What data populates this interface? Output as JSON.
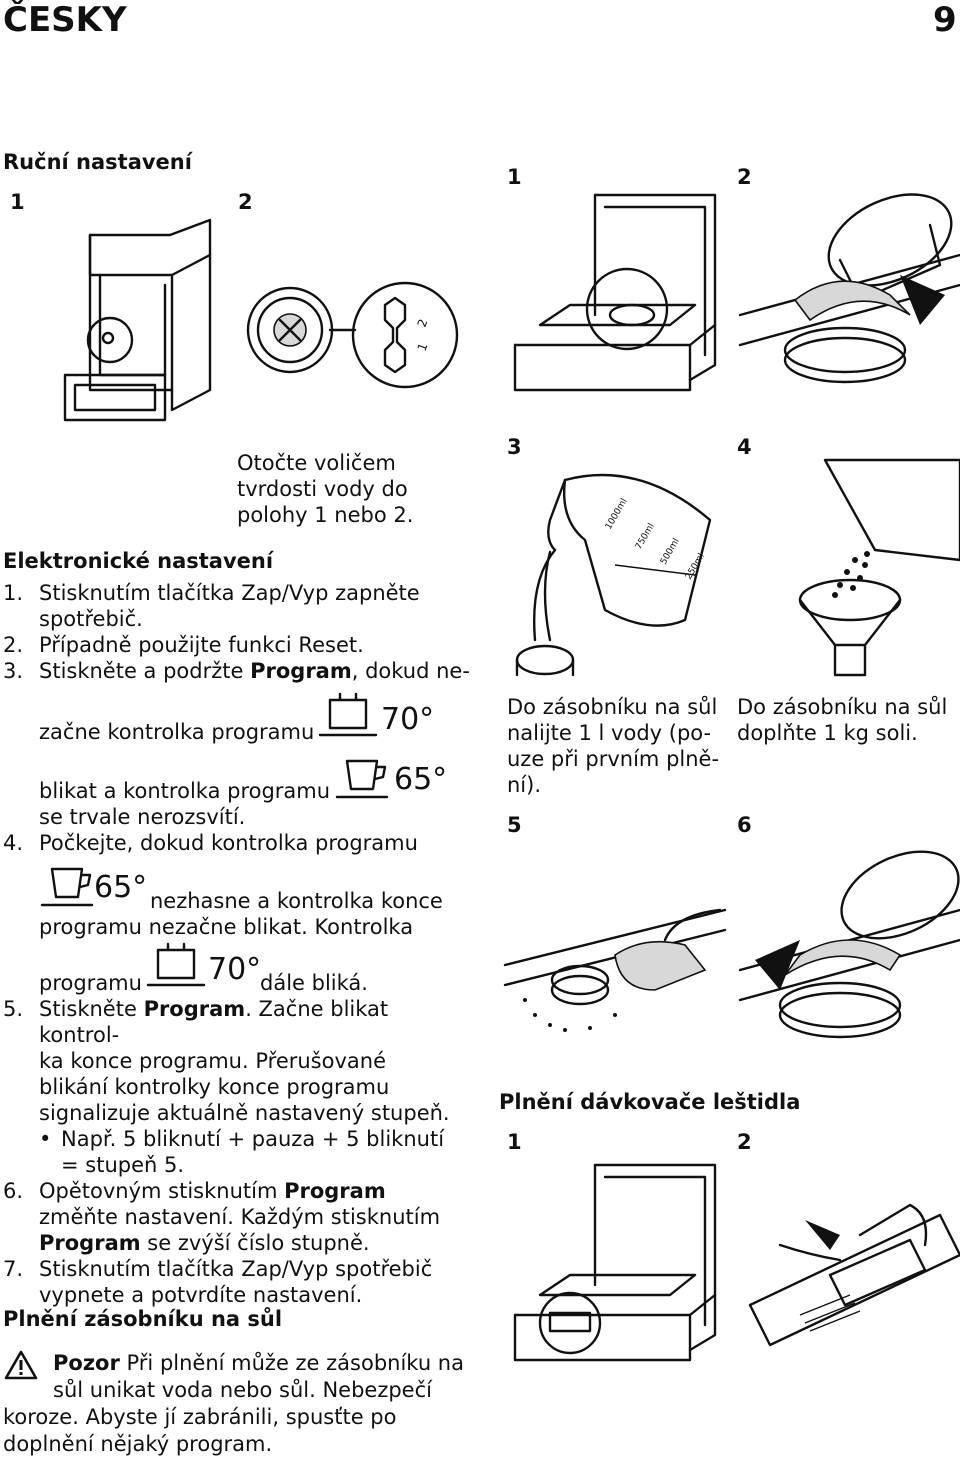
{
  "header": {
    "language": "ČESKY",
    "page_number": "9"
  },
  "manual": {
    "heading": "Ruční nastavení",
    "step1": "1",
    "step2": "2",
    "caption": "Otočte voličem tvrdosti vody do polohy 1 nebo 2."
  },
  "electronic": {
    "heading": "Elektronické nastavení",
    "items": [
      {
        "n": "1.",
        "text": "Stisknutím tlačítka Zap/Vyp zapněte spotřebič."
      },
      {
        "n": "2.",
        "text": "Případně použijte funkci Reset."
      },
      {
        "n": "3.",
        "pre": "Stiskněte a podržte ",
        "bold": "Program",
        "post": ", dokud ne-"
      },
      {
        "text": "začne kontrolka programu"
      },
      {
        "text": "blikat a kontrolka programu"
      },
      {
        "text": "se trvale nerozsvítí."
      },
      {
        "n": "4.",
        "text": "Počkejte, dokud kontrolka programu"
      },
      {
        "text": "nezhasne a kontrolka konce"
      },
      {
        "text": "programu nezačne blikat. Kontrolka"
      },
      {
        "text": "programu"
      },
      {
        "text": "dále bliká."
      },
      {
        "n": "5.",
        "pre": "Stiskněte ",
        "bold": "Program",
        "post": ". Začne blikat kontrol-"
      },
      {
        "text": "ka konce programu. Přerušované blikání kontrolky konce programu signalizuje aktuálně nastavený stupeň."
      },
      {
        "bullet": "•",
        "text": "Např. 5 bliknutí + pauza + 5 bliknutí = stupeň 5."
      },
      {
        "n": "6.",
        "pre": "Opětovným stisknutím ",
        "bold": "Program",
        "post": " změňte nastavení. Každým stisknutím ",
        "bold2": "Program",
        "post2": " se zvýší číslo stupně."
      },
      {
        "n": "7.",
        "text": "Stisknutím tlačítka Zap/Vyp spotřebič vypnete a potvrdíte nastavení."
      }
    ],
    "temp70": "70°",
    "temp65": "65°"
  },
  "salt": {
    "heading": "Plnění zásobníku na sůl",
    "warning_bold": "Pozor",
    "warning_line1": " Při plnění může ze zásobníku na",
    "warning_line2": "sůl unikat voda nebo sůl. Nebezpečí",
    "warning_line3": "koroze. Abyste jí zabránili, spusťte po",
    "warning_line4": "doplnění nějaký program."
  },
  "right": {
    "s1": "1",
    "s2": "2",
    "s3": "3",
    "s4": "4",
    "s5": "5",
    "s6": "6",
    "cap3": "Do zásobníku na sůl nalijte 1 l vody (po-uze při prvním plně-ní).",
    "cap3_lines": [
      "Do zásobníku na sůl",
      "nalijte 1 l vody (po-",
      "uze při prvním plně-",
      "ní)."
    ],
    "cap4_lines": [
      "Do zásobníku na sůl",
      "doplňte 1 kg soli."
    ],
    "jug_marks": [
      "1000ml",
      "750ml",
      "500ml",
      "250ml"
    ],
    "rinse_heading": "Plnění dávkovače leštidla",
    "r1": "1",
    "r2": "2"
  },
  "dial_marks": [
    "1",
    "2"
  ]
}
